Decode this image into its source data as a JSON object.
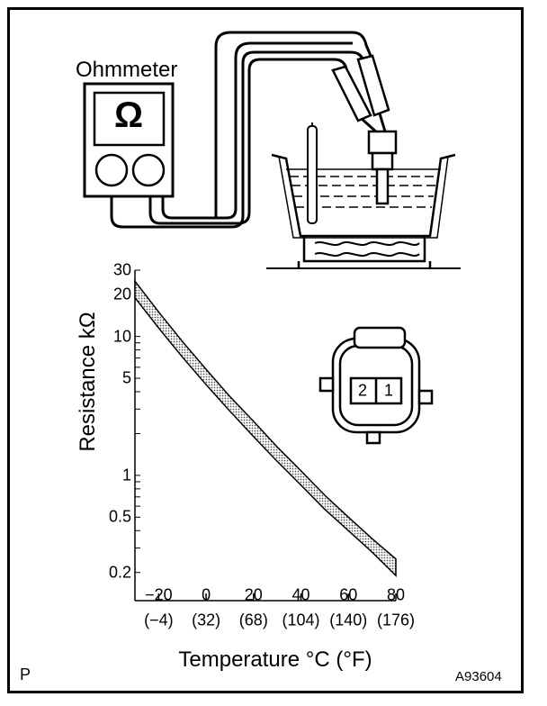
{
  "diagram": {
    "meter_label": "Ohmmeter",
    "meter_symbol": "Ω",
    "corner_mark": "P",
    "figure_id": "A93604",
    "connector_pins": [
      "2",
      "1"
    ]
  },
  "chart_data": {
    "type": "area",
    "title": "",
    "xlabel": "Temperature °C (°F)",
    "ylabel": "Resistance kΩ",
    "yscale": "log",
    "xlim": [
      -30,
      80
    ],
    "ylim": [
      0.15,
      30
    ],
    "y_tick_labels": [
      "30",
      "20",
      "10",
      "5",
      "1",
      "0.5",
      "0.2"
    ],
    "y_tick_values": [
      30,
      20,
      10,
      5,
      1,
      0.5,
      0.2
    ],
    "x_tick_labels": [
      "−20",
      "0",
      "20",
      "40",
      "60",
      "80"
    ],
    "x_tick_values": [
      -20,
      0,
      20,
      40,
      60,
      80
    ],
    "x_tick_labels_f": [
      "(−4)",
      "(32)",
      "(68)",
      "(104)",
      "(140)",
      "(176)"
    ],
    "series": [
      {
        "x": [
          -30,
          -20,
          -10,
          0,
          10,
          20,
          30,
          40,
          50,
          60,
          70,
          80
        ],
        "upper": [
          25,
          15,
          9.2,
          5.8,
          3.7,
          2.45,
          1.6,
          1.08,
          0.72,
          0.5,
          0.35,
          0.25
        ],
        "lower": [
          19,
          11.5,
          7.1,
          4.5,
          2.9,
          1.9,
          1.26,
          0.85,
          0.57,
          0.4,
          0.28,
          0.19
        ]
      }
    ],
    "grid": false,
    "legend": "none"
  }
}
